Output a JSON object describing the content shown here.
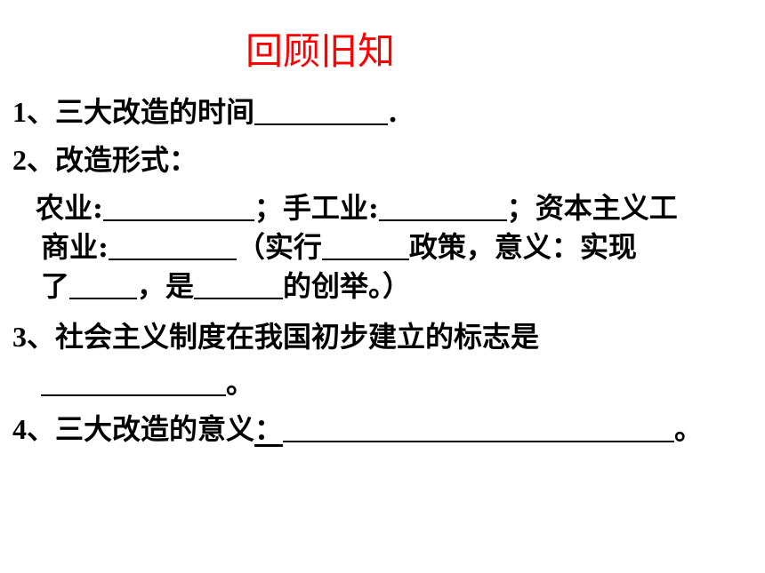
{
  "title": "回顾旧知",
  "q1": {
    "num": "1",
    "text": "、三大改造的时间",
    "end": "."
  },
  "q2": {
    "num": "2",
    "text": "、改造形式："
  },
  "q2_details": {
    "agri_label": "农业:",
    "sep1": "；",
    "handicraft_label": "手工业:",
    "sep2": "；",
    "capital_label_1": "资本主义工",
    "capital_label_2": "商业:",
    "policy_open": "（实行",
    "policy_after": "政策，意义：实现",
    "result_before": "了",
    "result_mid": "，是",
    "result_end": "的创举。）"
  },
  "q3": {
    "num": "3",
    "text": "、社会主义制度在我国初步建立的标志是",
    "end": "。"
  },
  "q4": {
    "num": "4",
    "text": "、三大改造的意义",
    "colon": "：",
    "end": "。"
  },
  "colors": {
    "title": "#ff0000",
    "text": "#000000",
    "background": "#ffffff"
  }
}
